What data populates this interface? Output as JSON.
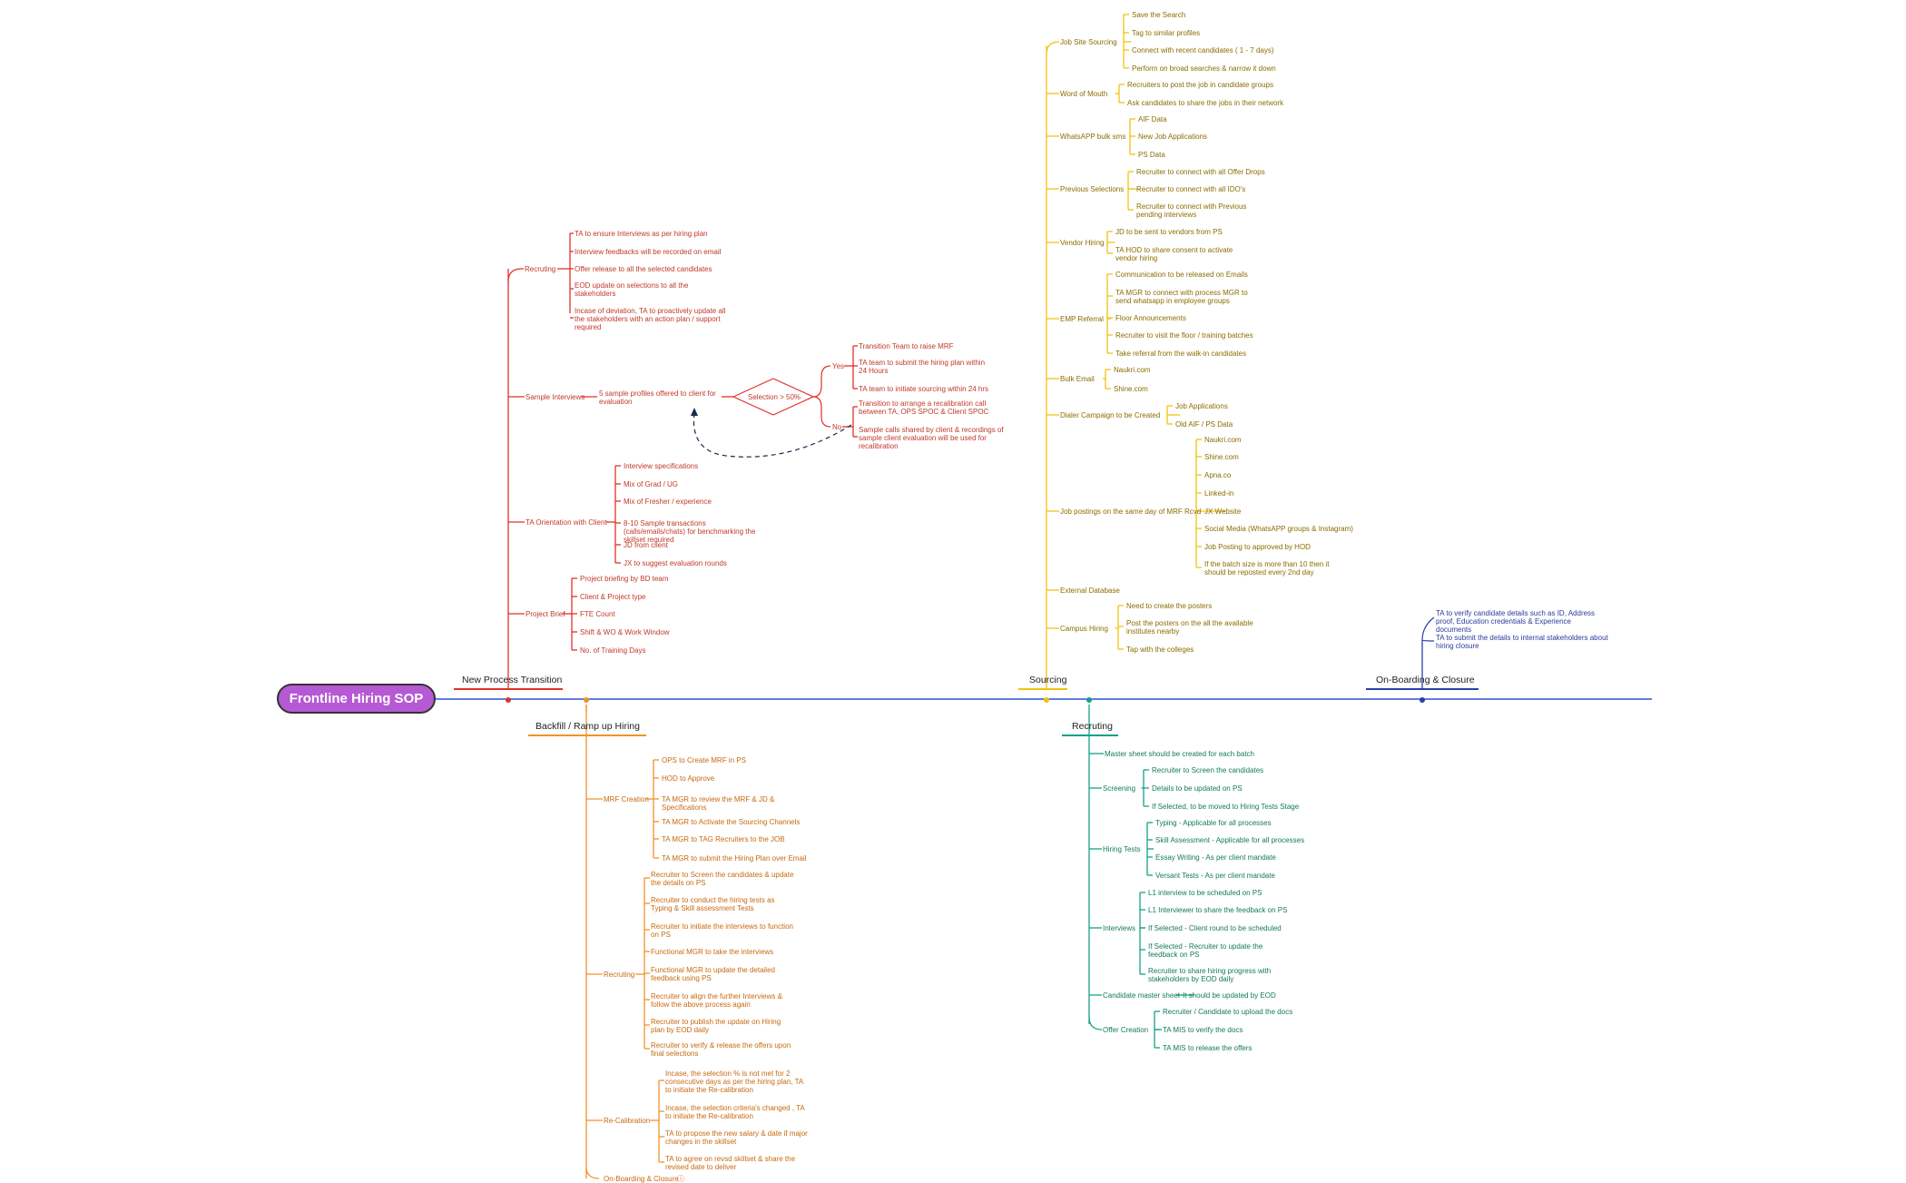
{
  "root": "Frontline Hiring SOP",
  "colors": {
    "root_fill": "#b659d4",
    "timeline": "#2f55d4",
    "new_process_transition": "#e0312b",
    "backfill": "#f0932b",
    "sourcing": "#f1c40f",
    "recruiting": "#16a085",
    "onboarding": "#2b3fa8"
  },
  "sections": {
    "new_process_transition": {
      "label": "New Process Transition",
      "recruiting": {
        "label": "Recruting",
        "items": [
          "TA to ensure Interviews as per hiring plan",
          "Interview feedbacks will be recorded on email",
          "Offer release to all the selected candidates",
          "EOD update on selections to all the stakeholders",
          "Incase of deviation, TA to proactively update all the stakeholders with an action plan / support required"
        ]
      },
      "sample_interviews": {
        "label": "Sample Interviews",
        "detail": "5 sample profiles offered to client for evaluation",
        "decision": "Selection > 50%",
        "yes_label": "Yes",
        "yes_items": [
          "Transition Team to raise MRF",
          "TA team to submit the hiring plan within 24 Hours",
          "TA team to initiate sourcing within 24 hrs"
        ],
        "no_label": "No",
        "no_items": [
          "Transition to arrange a recalibration call between TA, OPS SPOC & Client SPOC",
          "Sample calls shared by client & recordings of sample client evaluation will be used for recalibration"
        ]
      },
      "ta_orientation": {
        "label": "TA Orientation with Client",
        "items": [
          "Interview specifications",
          "Mix of Grad / UG",
          "Mix of Fresher / experience",
          "8-10 Sample transactions (calls/emails/chats) for benchmarking the skillset required",
          "JD from client",
          "JX to suggest evaluation rounds"
        ]
      },
      "project_brief": {
        "label": "Project Brief",
        "items": [
          "Project briefing by BD team",
          "Client & Project type",
          "FTE Count",
          "Shift & WO & Work Window",
          "No. of Training Days"
        ]
      }
    },
    "backfill": {
      "label": "Backfill / Ramp up Hiring",
      "mrf_creation": {
        "label": "MRF Creation",
        "items": [
          "OPS to Create MRF in PS",
          "HOD to Approve",
          "TA MGR to review the MRF & JD & Specifications",
          "TA MGR to Activate the Sourcing Channels",
          "TA MGR to TAG Recruiters to the JOB",
          "TA MGR to submit the Hiring Plan over Email"
        ]
      },
      "recruiting": {
        "label": "Recruting",
        "items": [
          "Recruiter to Screen the candidates & update the details on PS",
          "Recruiter to conduct the hiring tests as Typing & Skill assessment Tests",
          "Recruiter to initiate the interviews to function on PS",
          "Functional MGR to take the interviews",
          "Functional MGR to update the detailed feedback using PS",
          "Recruiter to align the further Interviews & follow the above process again",
          "Recruiter to publish the update on Hiring plan by EOD daily",
          "Recruiter to verify & release the offers upon final selections"
        ]
      },
      "recalibration": {
        "label": "Re-Calibration",
        "items": [
          "Incase, the selection % is not met for 2 consecutive days as per the hiring plan, TA to initiate the Re-calibration",
          "Incase, the selection criteria's changed , TA to initiate the Re-calibration",
          "TA to propose the new salary & date if major changes in the skillset",
          "TA to agree on revsd skillset & share the revised date to deliver"
        ]
      },
      "onboarding_link": "On-Boarding & Closure"
    },
    "sourcing": {
      "label": "Sourcing",
      "groups": [
        {
          "label": "Job Site Sourcing",
          "items": [
            "Save the Search",
            "Tag to similar profiles",
            "Connect with recent candidates ( 1 - 7 days)",
            "Perform on broad searches & narrow it down"
          ]
        },
        {
          "label": "Word of Mouth",
          "items": [
            "Recruiters to post the job in candidate groups",
            "Ask candidates to share the jobs in their network"
          ]
        },
        {
          "label": "WhatsAPP bulk sms",
          "items": [
            "AIF Data",
            "New Job Applications",
            "PS Data"
          ]
        },
        {
          "label": "Previous Selections",
          "items": [
            "Recruiter to connect with all Offer Drops",
            "Recruiter to connect with all IDO's",
            "Recruiter to connect with Previous pending interviews"
          ]
        },
        {
          "label": "Vendor Hiring",
          "items": [
            "JD to be sent to vendors from PS",
            "TA HOD to share consent to activate vendor hiring"
          ]
        },
        {
          "label": "EMP Referral",
          "items": [
            "Communication to be released on Emails",
            "TA MGR to connect with process MGR to send whatsapp in employee groups",
            "Floor Announcements",
            "Recruiter to visit the floor / training batches",
            "Take referral from the walk-in candidates"
          ]
        },
        {
          "label": "Bulk Email",
          "items": [
            "Naukri.com",
            "Shine.com"
          ]
        },
        {
          "label": "Dialer Campaign to be Created",
          "items": [
            "Job Applications",
            "Old AIF / PS Data"
          ]
        },
        {
          "label": "Job postings on the same day of MRF Rcvd",
          "items": [
            "Naukri.com",
            "Shine.com",
            "Apna.co",
            "Linked-in",
            "JX Website",
            "Social Media (WhatsAPP groups & Instagram)",
            "Job Posting to approved by HOD",
            "If the batch size is more than 10 then it should be reposted every 2nd day"
          ]
        },
        {
          "label": "External Database",
          "items": []
        },
        {
          "label": "Campus Hiring",
          "items": [
            "Need to create the posters",
            "Post the posters on the all the available institutes nearby",
            "Tap with the colleges"
          ]
        }
      ]
    },
    "recruiting": {
      "label": "Recruting",
      "master_sheet": "Master sheet should be created for each batch",
      "groups": [
        {
          "label": "Screening",
          "items": [
            "Recruiter to Screen the candidates",
            "Details to be updated on PS",
            "If Selected, to be moved to Hiring Tests Stage"
          ]
        },
        {
          "label": "Hiring Tests",
          "items": [
            "Typing - Applicable for all processes",
            "Skill Assessment - Applicable for all processes",
            "Essay Writing - As per client mandate",
            "Versant Tests - As per client mandate"
          ]
        },
        {
          "label": "Interviews",
          "items": [
            "L1 interview to be scheduled on PS",
            "L1 Interviewer to share the feedback on PS",
            "If Selected - Client round to be scheduled",
            "If Selected - Recruiter to update the feedback on PS",
            "Recruiter to share hiring progress with stakeholders by EOD daily"
          ]
        },
        {
          "label": "Candidate master sheet",
          "items": [
            "It should be updated by EOD"
          ]
        },
        {
          "label": "Offer Creation",
          "items": [
            "Recruiter / Candidate to upload the docs",
            "TA MIS to verify the docs",
            "TA MIS to release the offers"
          ]
        }
      ]
    },
    "onboarding": {
      "label": "On-Boarding & Closure",
      "items": [
        "TA to verify candidate details such as ID, Address proof, Education credentials & Experience documents",
        "TA to submit the details to internal stakeholders about hiring closure"
      ]
    }
  }
}
